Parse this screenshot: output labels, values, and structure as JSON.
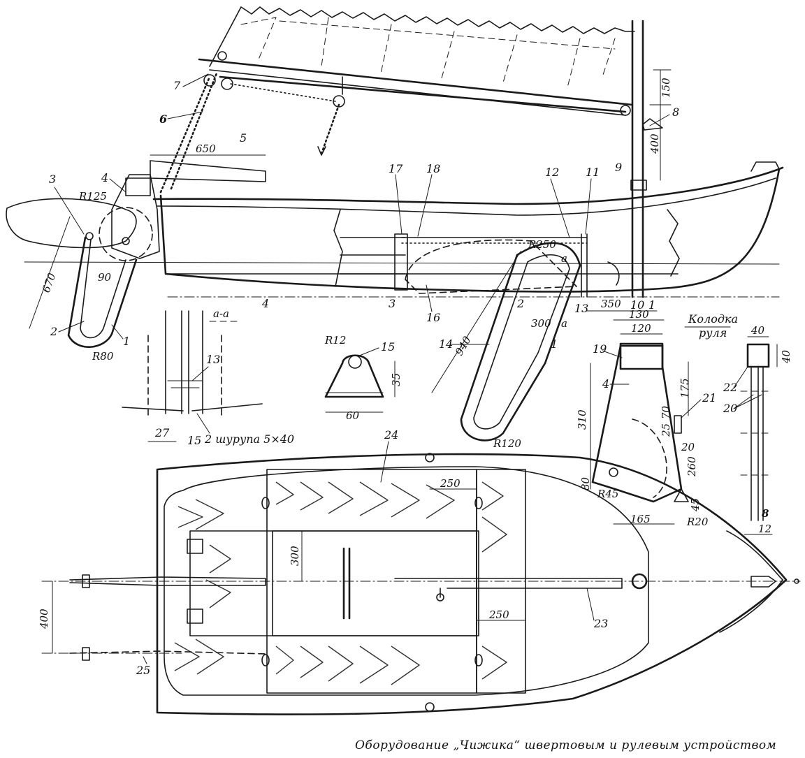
{
  "caption": "Оборудование „Чижика“ швертовым и рулевым устройством",
  "section_label": "а-а",
  "rudder_block_title": {
    "line1": "Колодка",
    "line2": "руля"
  },
  "screws_note": "2 шурупа 5×40",
  "part_labels": {
    "p1_top": "1",
    "p1_bow": "1",
    "p1_shvert": "1",
    "p2_rudder": "2",
    "p2_shvert": "2",
    "p3_tiller": "3",
    "p3_keel": "3",
    "p4_block": "4",
    "p4_keel": "4",
    "p4_detail": "4",
    "p5": "5",
    "p6": "6",
    "p7": "7",
    "p8": "8",
    "p9": "9",
    "p10": "10",
    "p11": "11",
    "p12": "12",
    "p13_top": "13",
    "p13_sec": "13",
    "p14": "14",
    "p15_sec": "15",
    "p15_plate": "15",
    "p16": "16",
    "p17": "17",
    "p18": "18",
    "p19": "19",
    "p20": "20",
    "p21": "21",
    "p22": "22",
    "p23": "23",
    "p24": "24",
    "p25": "25",
    "p27": "27"
  },
  "dimensions": {
    "d650": "650",
    "d670": "670",
    "r125": "R125",
    "d90": "90",
    "r80": "R80",
    "d150": "150",
    "d400_mast": "400",
    "r250": "R250",
    "d940": "940",
    "d300_shvert": "300",
    "r120": "R120",
    "d350": "350",
    "a_top": "a",
    "a_bot": "a",
    "r12": "R12",
    "d35": "35",
    "d60": "60",
    "d130": "130",
    "d120": "120",
    "d175": "175",
    "d310": "310",
    "d70": "70",
    "d25": "25",
    "d20": "20",
    "d260": "260",
    "d80": "80",
    "r45": "R45",
    "d45": "45",
    "r20": "R20",
    "d165": "165",
    "d40_top": "40",
    "d40_side": "40",
    "d8": "8",
    "d12": "12",
    "d250_top": "250",
    "d300_plan": "300",
    "d250_mid": "250",
    "d400_plan": "400"
  }
}
